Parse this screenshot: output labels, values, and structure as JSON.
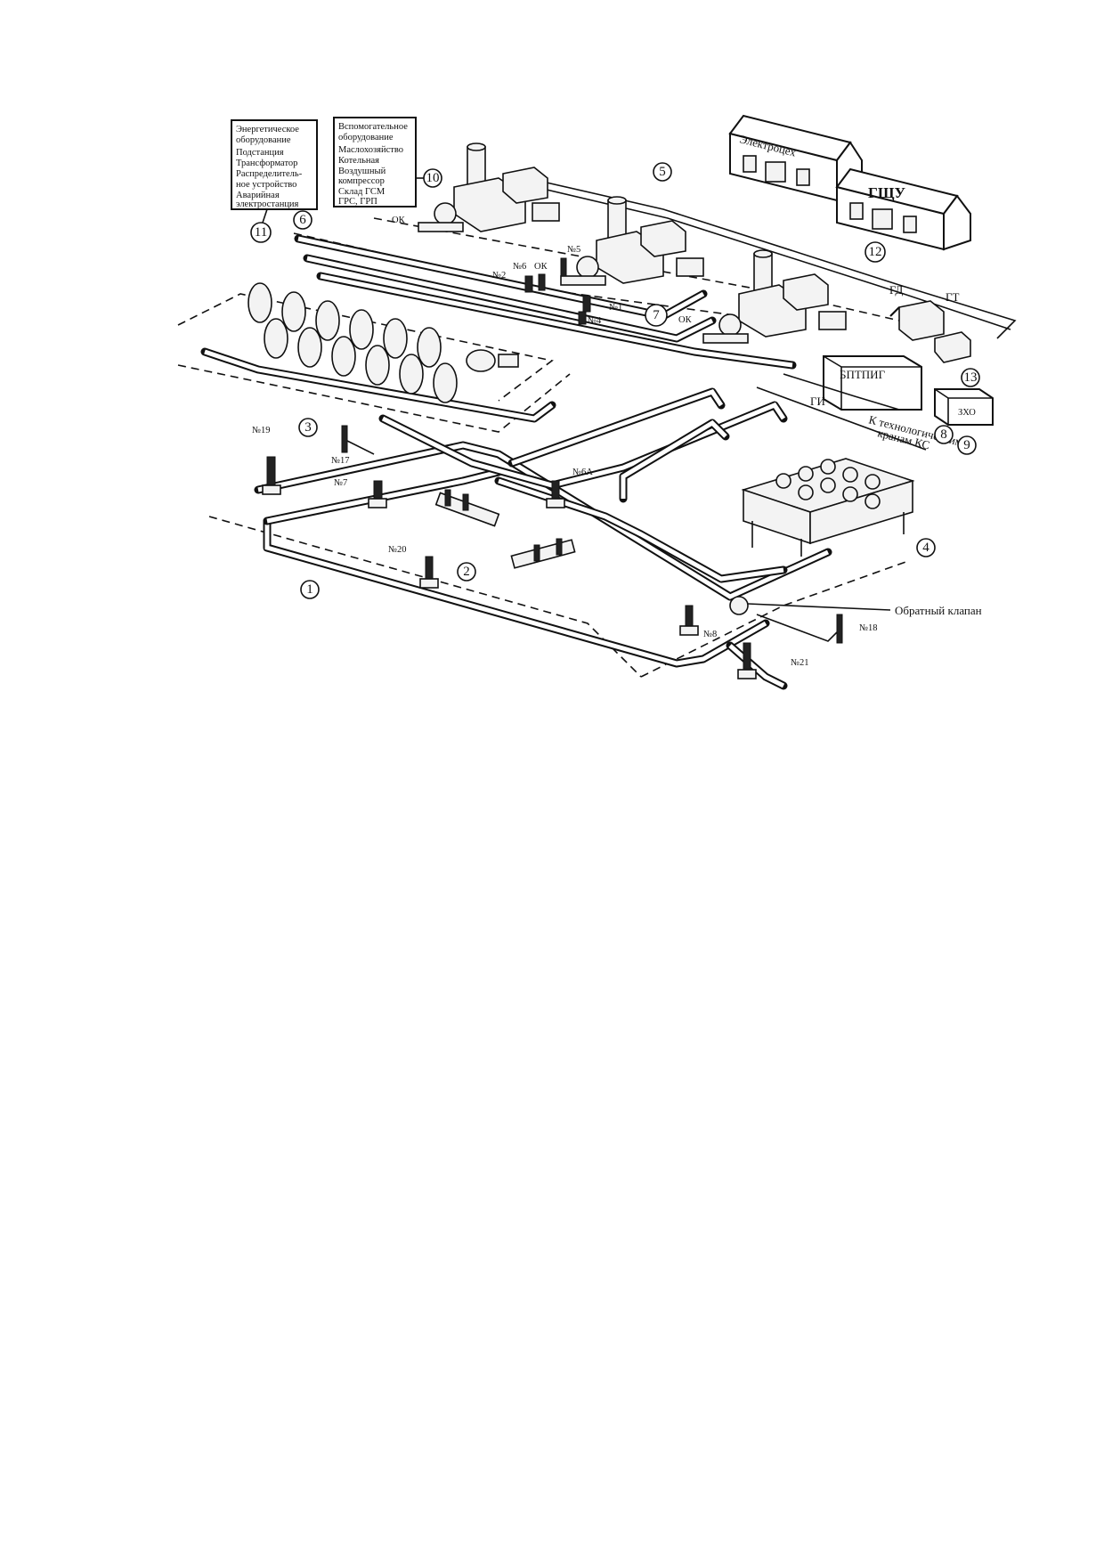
{
  "legend_energy": {
    "title_line1": "Энергетическое",
    "title_line2": "оборудование",
    "items": [
      "Подстанция",
      "Трансформатор",
      "Распределитель-",
      "ное устройство",
      "Аварийная",
      "электростанция"
    ]
  },
  "legend_aux": {
    "title_line1": "Вспомогательное",
    "title_line2": "оборудование",
    "items": [
      "Маслохозяйство",
      "Котельная",
      "Воздушный",
      "компрессор",
      "Склад ГСМ",
      "ГРС, ГРП"
    ]
  },
  "buildings": {
    "workshop": "Электроцех",
    "control": "ГЩУ",
    "bptpig": "БПТПИГ",
    "small": "ЗХО"
  },
  "labels": {
    "gd": "ГД",
    "gt": "ГТ",
    "gi": "ГИ",
    "ok1": "ОК",
    "ok2": "ОК",
    "ok3": "ОК",
    "to_valves_line1": "К технологическим",
    "to_valves_line2": "кранам КС",
    "check_valve": "Обратный клапан"
  },
  "valves": {
    "v1": "№1",
    "v2": "№2",
    "v4": "№4",
    "v5": "№5",
    "v6": "№6",
    "v6a": "№6А",
    "v7": "№7",
    "v8": "№8",
    "v17": "№17",
    "v18": "№18",
    "v19": "№19",
    "v20": "№20",
    "v21": "№21"
  },
  "markers": [
    "1",
    "2",
    "3",
    "4",
    "5",
    "6",
    "7",
    "8",
    "9",
    "10",
    "11",
    "12",
    "13"
  ]
}
